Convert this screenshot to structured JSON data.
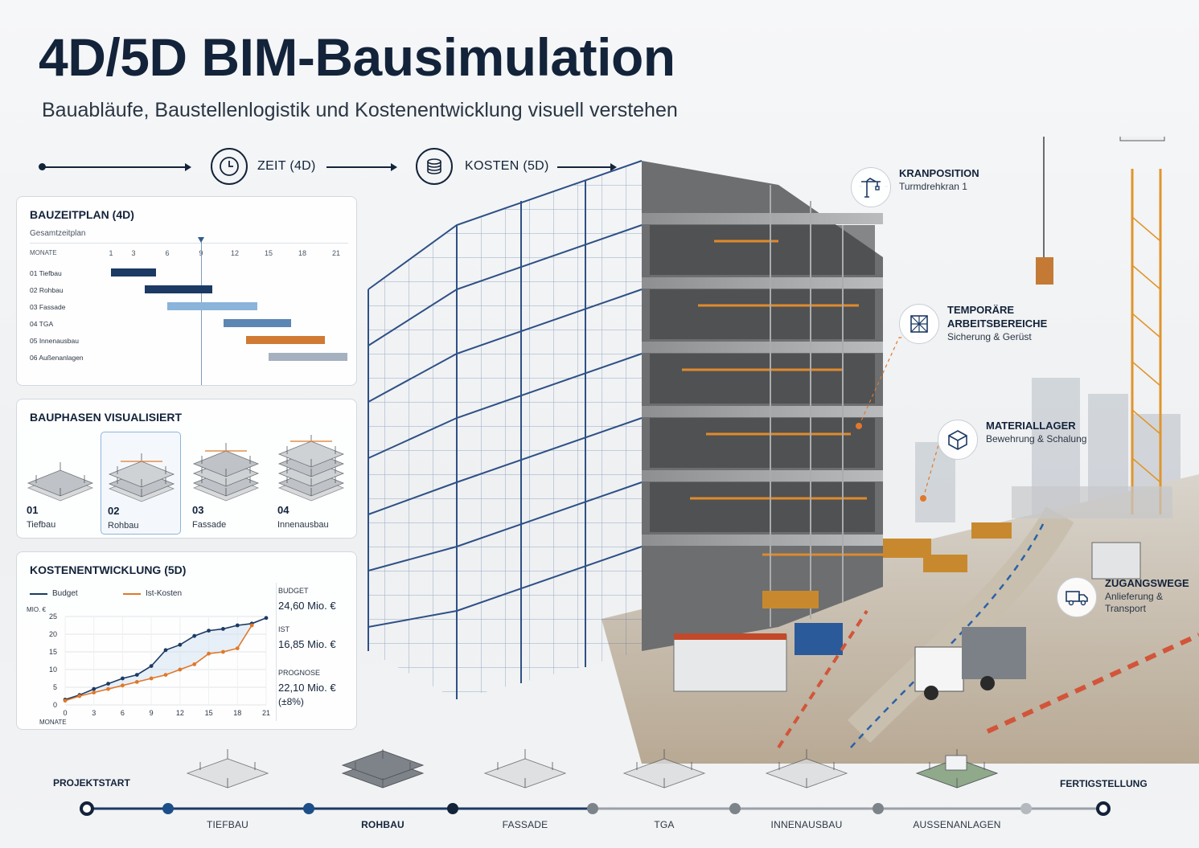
{
  "title": "4D/5D BIM-Bausimulation",
  "subtitle": "Bauabläufe, Baustellenlogistik und Kostenentwicklung visuell verstehen",
  "flow": {
    "time_label": "ZEIT (4D)",
    "time_icon": "clock-icon",
    "cost_label": "KOSTEN (5D)",
    "cost_icon": "coins-icon"
  },
  "schedule": {
    "title": "BAUZEITPLAN (4D)",
    "subtitle": "Gesamtzeitplan",
    "header": "MONATE",
    "ticks": [
      "1",
      "3",
      "6",
      "9",
      "12",
      "15",
      "18",
      "21"
    ],
    "current_month": 9,
    "rows": [
      {
        "label": "01  Tiefbau",
        "start": 1,
        "end": 5,
        "color": "#1c3a64"
      },
      {
        "label": "02  Rohbau",
        "start": 4,
        "end": 10,
        "color": "#1c3a64"
      },
      {
        "label": "03  Fassade",
        "start": 6,
        "end": 14,
        "color": "#8ab4d9"
      },
      {
        "label": "04  TGA",
        "start": 11,
        "end": 17,
        "color": "#5c86b4"
      },
      {
        "label": "05  Innenausbau",
        "start": 13,
        "end": 20,
        "color": "#d07a33"
      },
      {
        "label": "06  Außenanlagen",
        "start": 15,
        "end": 22,
        "color": "#a6b1bf"
      }
    ]
  },
  "phases": {
    "title": "BAUPHASEN VISUALISIERT",
    "items": [
      {
        "num": "01",
        "name": "Tiefbau",
        "selected": false
      },
      {
        "num": "02",
        "name": "Rohbau",
        "selected": true
      },
      {
        "num": "03",
        "name": "Fassade",
        "selected": false
      },
      {
        "num": "04",
        "name": "Innenausbau",
        "selected": false
      }
    ]
  },
  "costs": {
    "title": "KOSTENENTWICKLUNG (5D)",
    "legend_budget": "Budget",
    "legend_actual": "Ist-Kosten",
    "budget_label": "BUDGET",
    "budget_value": "24,60 Mio. €",
    "actual_label": "IST",
    "actual_value": "16,85 Mio. €",
    "forecast_label": "PROGNOSE",
    "forecast_value": "22,10 Mio. €",
    "forecast_note": "(±8%)",
    "colors": {
      "budget": "#1c3a64",
      "actual": "#e0782a"
    }
  },
  "chart_data": {
    "type": "line",
    "xlabel": "MONATE",
    "ylabel": "MIO. €",
    "xticks": [
      0,
      3,
      6,
      9,
      12,
      15,
      18,
      21
    ],
    "yticks": [
      0,
      5,
      10,
      15,
      20,
      25
    ],
    "xlim": [
      0,
      21
    ],
    "ylim": [
      0,
      25
    ],
    "series": [
      {
        "name": "Budget",
        "x": [
          0,
          1.5,
          3,
          4.5,
          6,
          7.5,
          9,
          10.5,
          12,
          13.5,
          15,
          16.5,
          18,
          19.5,
          21
        ],
        "y": [
          1.5,
          2.8,
          4.5,
          6,
          7.5,
          8.5,
          11,
          15.5,
          17,
          19.5,
          21,
          21.5,
          22.5,
          23,
          24.6
        ]
      },
      {
        "name": "Ist-Kosten",
        "x": [
          0,
          1.5,
          3,
          4.5,
          6,
          7.5,
          9,
          10.5,
          12,
          13.5,
          15,
          16.5,
          18,
          19.5
        ],
        "y": [
          1.2,
          2.5,
          3.5,
          4.5,
          5.5,
          6.5,
          7.5,
          8.5,
          10,
          11.5,
          14.5,
          15,
          16,
          22.5
        ]
      }
    ]
  },
  "callouts": [
    {
      "title": "KRANPOSITION",
      "sub": "Turmdrehkran 1",
      "icon": "crane-icon"
    },
    {
      "title": "TEMPORÄRE ARBEITSBEREICHE",
      "sub": "Sicherung & Gerüst",
      "icon": "scaffold-icon"
    },
    {
      "title": "MATERIALLAGER",
      "sub": "Bewehrung & Schalung",
      "icon": "box-icon"
    },
    {
      "title": "ZUGANGSWEGE",
      "sub": "Anlieferung & Transport",
      "icon": "truck-icon"
    }
  ],
  "timeline": {
    "start_label": "PROJEKTSTART",
    "end_label": "FERTIGSTELLUNG",
    "phases": [
      "TIEFBAU",
      "ROHBAU",
      "FASSADE",
      "TGA",
      "INNENAUSBAU",
      "AUSSENANLAGEN"
    ],
    "current_index": 1
  }
}
